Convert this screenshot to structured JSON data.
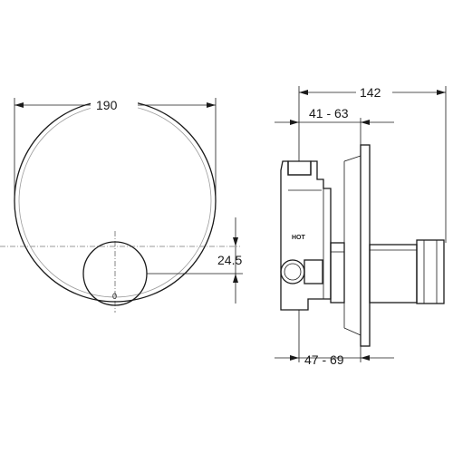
{
  "dimensions": {
    "front_width": "190",
    "knob_offset": "24.5",
    "side_depth": "142",
    "top_range": "41 - 63",
    "bottom_range": "47 - 69"
  },
  "labels": {
    "hot": "HOT",
    "knob_mark": "0"
  }
}
